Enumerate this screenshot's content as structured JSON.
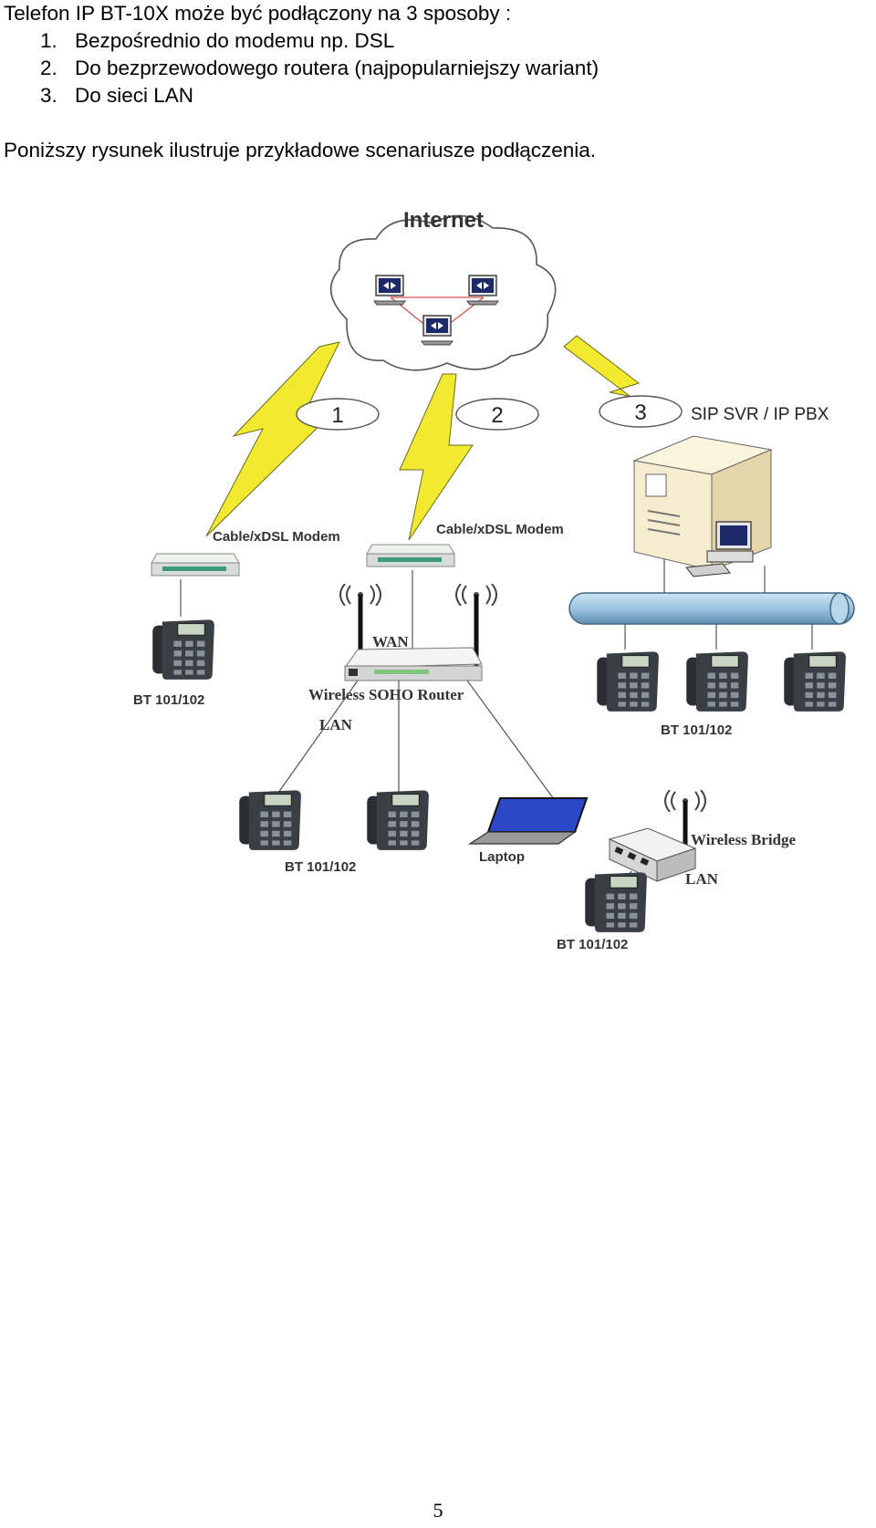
{
  "intro": "Telefon IP BT-10X może być podłączony na 3 sposoby :",
  "options": [
    {
      "num": "1.",
      "text": "Bezpośrednio do modemu np. DSL"
    },
    {
      "num": "2.",
      "text": "Do bezprzewodowego routera (najpopularniejszy wariant)"
    },
    {
      "num": "3.",
      "text": "Do sieci LAN"
    }
  ],
  "caption": "Poniższy rysunek ilustruje przykładowe scenariusze podłączenia.",
  "diagram": {
    "internet_label": "Internet",
    "connection_numbers": [
      "1",
      "2",
      "3"
    ],
    "server_label": "SIP SVR / IP PBX",
    "modem_label_1": "Cable/xDSL Modem",
    "modem_label_2": "Cable/xDSL Modem",
    "wan_label": "WAN",
    "router_label": "Wireless SOHO Router",
    "lan_label_router": "LAN",
    "phone_label_modem": "BT 101/102",
    "phone_label_lan_group": "BT 101/102",
    "phone_label_router_group": "BT 101/102",
    "phone_label_bridge": "BT 101/102",
    "laptop_label": "Laptop",
    "bridge_label": "Wireless Bridge",
    "lan_label_bridge": "LAN"
  },
  "page_number": "5"
}
